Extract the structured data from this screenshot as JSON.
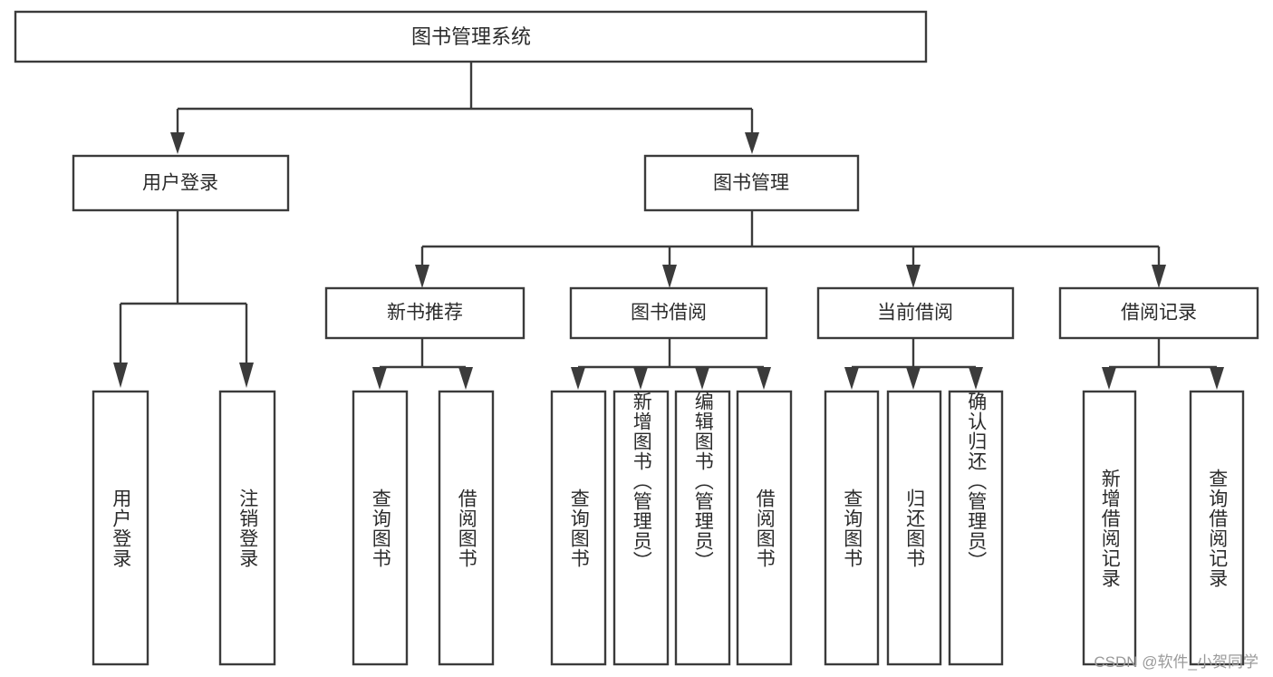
{
  "diagram": {
    "title": "图书管理系统",
    "type": "tree-hierarchy",
    "watermark": "CSDN @软件_小贺同学",
    "colors": {
      "stroke": "#3b3b3b",
      "fill": "#ffffff",
      "text": "#2b2b2b",
      "watermark": "#9a9a9a",
      "background": "#ffffff"
    },
    "levels": {
      "root": {
        "label": "图书管理系统"
      },
      "level2": [
        {
          "id": "user-login",
          "label": "用户登录"
        },
        {
          "id": "book-management",
          "label": "图书管理"
        }
      ],
      "level3": [
        {
          "id": "new-book-recommend",
          "label": "新书推荐",
          "parent": "book-management"
        },
        {
          "id": "book-borrow",
          "label": "图书借阅",
          "parent": "book-management"
        },
        {
          "id": "current-borrow",
          "label": "当前借阅",
          "parent": "book-management"
        },
        {
          "id": "borrow-record",
          "label": "借阅记录",
          "parent": "book-management"
        }
      ],
      "leaves": [
        {
          "id": "leaf-user-login",
          "label": "用户登录",
          "parent": "user-login"
        },
        {
          "id": "leaf-logout",
          "label": "注销登录",
          "parent": "user-login"
        },
        {
          "id": "leaf-query-book-1",
          "label": "查询图书",
          "parent": "new-book-recommend"
        },
        {
          "id": "leaf-borrow-book-1",
          "label": "借阅图书",
          "parent": "new-book-recommend"
        },
        {
          "id": "leaf-query-book-2",
          "label": "查询图书",
          "parent": "book-borrow"
        },
        {
          "id": "leaf-add-book",
          "label": "新增图书（管理员）",
          "parent": "book-borrow"
        },
        {
          "id": "leaf-edit-book",
          "label": "编辑图书（管理员）",
          "parent": "book-borrow"
        },
        {
          "id": "leaf-borrow-book-2",
          "label": "借阅图书",
          "parent": "book-borrow"
        },
        {
          "id": "leaf-query-book-3",
          "label": "查询图书",
          "parent": "current-borrow"
        },
        {
          "id": "leaf-return-book",
          "label": "归还图书",
          "parent": "current-borrow"
        },
        {
          "id": "leaf-confirm-return",
          "label": "确认归还（管理员）",
          "parent": "current-borrow"
        },
        {
          "id": "leaf-add-record",
          "label": "新增借阅记录",
          "parent": "borrow-record"
        },
        {
          "id": "leaf-query-record",
          "label": "查询借阅记录",
          "parent": "borrow-record"
        }
      ]
    }
  }
}
